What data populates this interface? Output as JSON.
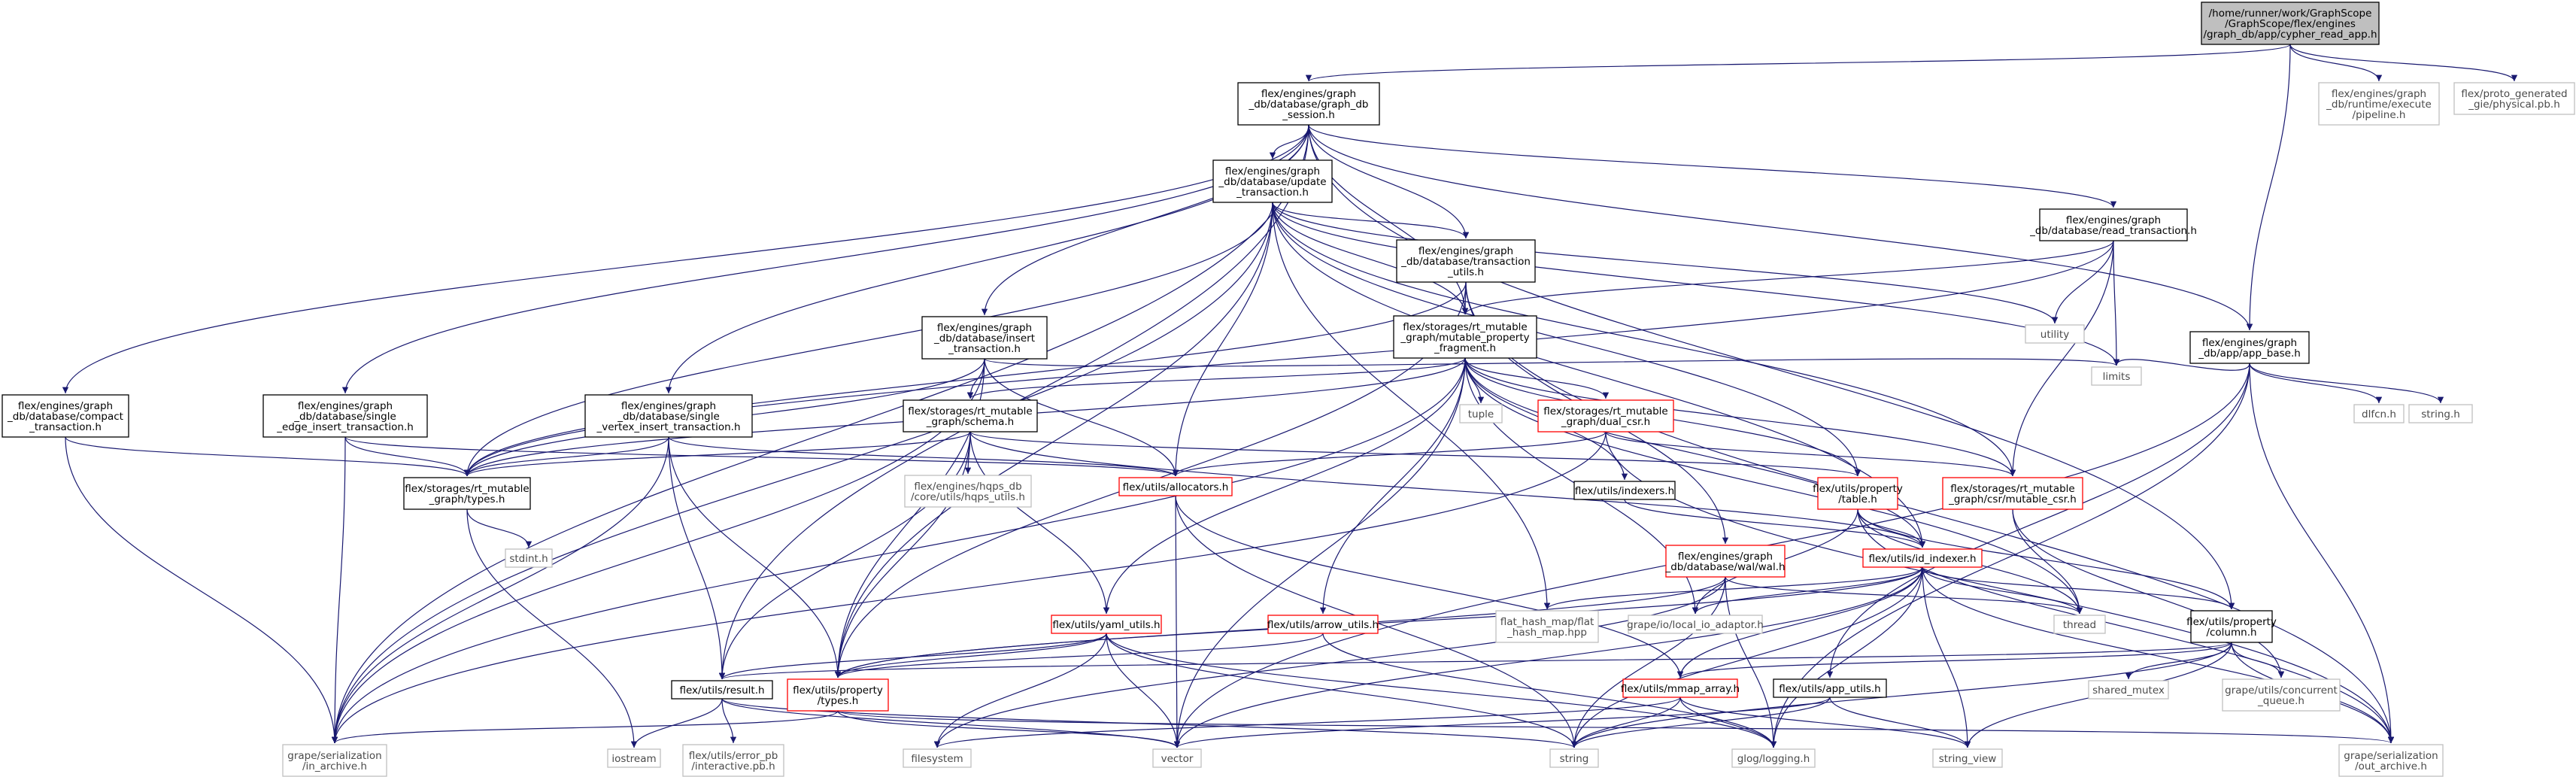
{
  "nodes": [
    {
      "id": "root",
      "lines": [
        "/home/runner/work/GraphScope",
        "/GraphScope/flex/engines",
        "/graph_db/app/cypher_read_app.h"
      ],
      "style": "root"
    },
    {
      "id": "session",
      "lines": [
        "flex/engines/graph",
        "_db/database/graph_db",
        "_session.h"
      ],
      "style": "normal"
    },
    {
      "id": "pipeline",
      "lines": [
        "flex/engines/graph",
        "_db/runtime/execute",
        "/pipeline.h"
      ],
      "style": "gray"
    },
    {
      "id": "physical",
      "lines": [
        "flex/proto_generated",
        "_gie/physical.pb.h"
      ],
      "style": "gray"
    },
    {
      "id": "update",
      "lines": [
        "flex/engines/graph",
        "_db/database/update",
        "_transaction.h"
      ],
      "style": "normal"
    },
    {
      "id": "trans_utils",
      "lines": [
        "flex/engines/graph",
        "_db/database/transaction",
        "_utils.h"
      ],
      "style": "normal"
    },
    {
      "id": "read_trans",
      "lines": [
        "flex/engines/graph",
        "_db/database/read_transaction.h"
      ],
      "style": "normal"
    },
    {
      "id": "mpf",
      "lines": [
        "flex/storages/rt_mutable",
        "_graph/mutable_property",
        "_fragment.h"
      ],
      "style": "normal"
    },
    {
      "id": "insert",
      "lines": [
        "flex/engines/graph",
        "_db/database/insert",
        "_transaction.h"
      ],
      "style": "normal"
    },
    {
      "id": "app_base",
      "lines": [
        "flex/engines/graph",
        "_db/app/app_base.h"
      ],
      "style": "normal"
    },
    {
      "id": "compact",
      "lines": [
        "flex/engines/graph",
        "_db/database/compact",
        "_transaction.h"
      ],
      "style": "normal"
    },
    {
      "id": "single_edge",
      "lines": [
        "flex/engines/graph",
        "_db/database/single",
        "_edge_insert_transaction.h"
      ],
      "style": "normal"
    },
    {
      "id": "single_vertex",
      "lines": [
        "flex/engines/graph",
        "_db/database/single",
        "_vertex_insert_transaction.h"
      ],
      "style": "normal"
    },
    {
      "id": "schema",
      "lines": [
        "flex/storages/rt_mutable",
        "_graph/schema.h"
      ],
      "style": "normal"
    },
    {
      "id": "dual_csr",
      "lines": [
        "flex/storages/rt_mutable",
        "_graph/dual_csr.h"
      ],
      "style": "red"
    },
    {
      "id": "utility",
      "lines": [
        "utility"
      ],
      "style": "gray"
    },
    {
      "id": "limits",
      "lines": [
        "limits"
      ],
      "style": "gray"
    },
    {
      "id": "tuple",
      "lines": [
        "tuple"
      ],
      "style": "gray"
    },
    {
      "id": "dlfcn",
      "lines": [
        "dlfcn.h"
      ],
      "style": "gray"
    },
    {
      "id": "string_h",
      "lines": [
        "string.h"
      ],
      "style": "gray"
    },
    {
      "id": "rt_types",
      "lines": [
        "flex/storages/rt_mutable",
        "_graph/types.h"
      ],
      "style": "normal"
    },
    {
      "id": "hqps",
      "lines": [
        "flex/engines/hqps_db",
        "/core/utils/hqps_utils.h"
      ],
      "style": "gray"
    },
    {
      "id": "allocators",
      "lines": [
        "flex/utils/allocators.h"
      ],
      "style": "red"
    },
    {
      "id": "indexers",
      "lines": [
        "flex/utils/indexers.h"
      ],
      "style": "normal"
    },
    {
      "id": "table",
      "lines": [
        "flex/utils/property",
        "/table.h"
      ],
      "style": "red"
    },
    {
      "id": "mutable_csr",
      "lines": [
        "flex/storages/rt_mutable",
        "_graph/csr/mutable_csr.h"
      ],
      "style": "red"
    },
    {
      "id": "stdint",
      "lines": [
        "stdint.h"
      ],
      "style": "gray"
    },
    {
      "id": "wal",
      "lines": [
        "flex/engines/graph",
        "_db/database/wal/wal.h"
      ],
      "style": "red"
    },
    {
      "id": "id_indexer",
      "lines": [
        "flex/utils/id_indexer.h"
      ],
      "style": "red"
    },
    {
      "id": "yaml",
      "lines": [
        "flex/utils/yaml_utils.h"
      ],
      "style": "red"
    },
    {
      "id": "arrow",
      "lines": [
        "flex/utils/arrow_utils.h"
      ],
      "style": "red"
    },
    {
      "id": "flat_hash",
      "lines": [
        "flat_hash_map/flat",
        "_hash_map.hpp"
      ],
      "style": "gray"
    },
    {
      "id": "local_io",
      "lines": [
        "grape/io/local_io_adaptor.h"
      ],
      "style": "gray"
    },
    {
      "id": "thread",
      "lines": [
        "thread"
      ],
      "style": "gray"
    },
    {
      "id": "column",
      "lines": [
        "flex/utils/property",
        "/column.h"
      ],
      "style": "normal"
    },
    {
      "id": "result",
      "lines": [
        "flex/utils/result.h"
      ],
      "style": "normal"
    },
    {
      "id": "prop_types",
      "lines": [
        "flex/utils/property",
        "/types.h"
      ],
      "style": "red"
    },
    {
      "id": "mmap",
      "lines": [
        "flex/utils/mmap_array.h"
      ],
      "style": "red"
    },
    {
      "id": "app_utils",
      "lines": [
        "flex/utils/app_utils.h"
      ],
      "style": "normal"
    },
    {
      "id": "shared_mutex",
      "lines": [
        "shared_mutex"
      ],
      "style": "gray"
    },
    {
      "id": "concurrent_queue",
      "lines": [
        "grape/utils/concurrent",
        "_queue.h"
      ],
      "style": "gray"
    },
    {
      "id": "in_archive",
      "lines": [
        "grape/serialization",
        "/in_archive.h"
      ],
      "style": "gray"
    },
    {
      "id": "iostream",
      "lines": [
        "iostream"
      ],
      "style": "gray"
    },
    {
      "id": "error_pb",
      "lines": [
        "flex/utils/error_pb",
        "/interactive.pb.h"
      ],
      "style": "gray"
    },
    {
      "id": "filesystem",
      "lines": [
        "filesystem"
      ],
      "style": "gray"
    },
    {
      "id": "vector",
      "lines": [
        "vector"
      ],
      "style": "gray"
    },
    {
      "id": "string",
      "lines": [
        "string"
      ],
      "style": "gray"
    },
    {
      "id": "glog",
      "lines": [
        "glog/logging.h"
      ],
      "style": "gray"
    },
    {
      "id": "string_view",
      "lines": [
        "string_view"
      ],
      "style": "gray"
    },
    {
      "id": "out_archive",
      "lines": [
        "grape/serialization",
        "/out_archive.h"
      ],
      "style": "gray"
    }
  ],
  "edges": [
    [
      "root",
      "session"
    ],
    [
      "root",
      "pipeline"
    ],
    [
      "root",
      "physical"
    ],
    [
      "root",
      "app_base"
    ],
    [
      "session",
      "compact"
    ],
    [
      "session",
      "single_edge"
    ],
    [
      "session",
      "single_vertex"
    ],
    [
      "session",
      "insert"
    ],
    [
      "session",
      "update"
    ],
    [
      "session",
      "trans_utils"
    ],
    [
      "session",
      "read_trans"
    ],
    [
      "session",
      "mpf"
    ],
    [
      "session",
      "result"
    ],
    [
      "session",
      "app_base"
    ],
    [
      "session",
      "column"
    ],
    [
      "session",
      "in_archive"
    ],
    [
      "update",
      "trans_utils"
    ],
    [
      "update",
      "mpf"
    ],
    [
      "update",
      "rt_types"
    ],
    [
      "update",
      "in_archive"
    ],
    [
      "update",
      "allocators"
    ],
    [
      "update",
      "id_indexer"
    ],
    [
      "update",
      "flat_hash"
    ],
    [
      "update",
      "table"
    ],
    [
      "update",
      "mutable_csr"
    ],
    [
      "update",
      "utility"
    ],
    [
      "update",
      "limits"
    ],
    [
      "update",
      "prop_types"
    ],
    [
      "trans_utils",
      "mpf"
    ],
    [
      "trans_utils",
      "rt_types"
    ],
    [
      "trans_utils",
      "wal"
    ],
    [
      "trans_utils",
      "prop_types"
    ],
    [
      "trans_utils",
      "out_archive"
    ],
    [
      "read_trans",
      "mpf"
    ],
    [
      "read_trans",
      "mutable_csr"
    ],
    [
      "read_trans",
      "utility"
    ],
    [
      "read_trans",
      "limits"
    ],
    [
      "read_trans",
      "rt_types"
    ],
    [
      "insert",
      "schema"
    ],
    [
      "insert",
      "rt_types"
    ],
    [
      "insert",
      "allocators"
    ],
    [
      "insert",
      "in_archive"
    ],
    [
      "insert",
      "prop_types"
    ],
    [
      "insert",
      "limits"
    ],
    [
      "mpf",
      "schema"
    ],
    [
      "mpf",
      "dual_csr"
    ],
    [
      "mpf",
      "indexers"
    ],
    [
      "mpf",
      "tuple"
    ],
    [
      "mpf",
      "table"
    ],
    [
      "mpf",
      "mutable_csr"
    ],
    [
      "mpf",
      "arrow"
    ],
    [
      "mpf",
      "yaml"
    ],
    [
      "mpf",
      "vector"
    ],
    [
      "mpf",
      "thread"
    ],
    [
      "mpf",
      "local_io"
    ],
    [
      "mpf",
      "id_indexer"
    ],
    [
      "mpf",
      "in_archive"
    ],
    [
      "mpf",
      "rt_types"
    ],
    [
      "app_base",
      "limits"
    ],
    [
      "app_base",
      "dlfcn"
    ],
    [
      "app_base",
      "string_h"
    ],
    [
      "app_base",
      "app_utils"
    ],
    [
      "app_base",
      "vector"
    ],
    [
      "app_base",
      "glog"
    ],
    [
      "app_base",
      "out_archive"
    ],
    [
      "compact",
      "rt_types"
    ],
    [
      "compact",
      "in_archive"
    ],
    [
      "single_edge",
      "rt_types"
    ],
    [
      "single_edge",
      "allocators"
    ],
    [
      "single_edge",
      "in_archive"
    ],
    [
      "single_vertex",
      "rt_types"
    ],
    [
      "single_vertex",
      "allocators"
    ],
    [
      "single_vertex",
      "prop_types"
    ],
    [
      "single_vertex",
      "in_archive"
    ],
    [
      "single_vertex",
      "result"
    ],
    [
      "schema",
      "rt_types"
    ],
    [
      "schema",
      "hqps"
    ],
    [
      "schema",
      "yaml"
    ],
    [
      "schema",
      "prop_types"
    ],
    [
      "schema",
      "id_indexer"
    ],
    [
      "schema",
      "table"
    ],
    [
      "schema",
      "result"
    ],
    [
      "dual_csr",
      "mutable_csr"
    ],
    [
      "dual_csr",
      "allocators"
    ],
    [
      "dual_csr",
      "in_archive"
    ],
    [
      "dual_csr",
      "out_archive"
    ],
    [
      "rt_types",
      "stdint"
    ],
    [
      "rt_types",
      "iostream"
    ],
    [
      "allocators",
      "mmap"
    ],
    [
      "allocators",
      "string"
    ],
    [
      "allocators",
      "vector"
    ],
    [
      "indexers",
      "id_indexer"
    ],
    [
      "table",
      "column"
    ],
    [
      "table",
      "id_indexer"
    ],
    [
      "table",
      "local_io"
    ],
    [
      "table",
      "thread"
    ],
    [
      "table",
      "out_archive"
    ],
    [
      "mutable_csr",
      "thread"
    ],
    [
      "mutable_csr",
      "concurrent_queue"
    ],
    [
      "wal",
      "filesystem"
    ],
    [
      "wal",
      "thread"
    ],
    [
      "wal",
      "glog"
    ],
    [
      "wal",
      "string"
    ],
    [
      "wal",
      "prop_types"
    ],
    [
      "id_indexer",
      "column"
    ],
    [
      "id_indexer",
      "flat_hash"
    ],
    [
      "id_indexer",
      "local_io"
    ],
    [
      "id_indexer",
      "mmap"
    ],
    [
      "id_indexer",
      "prop_types"
    ],
    [
      "id_indexer",
      "glog"
    ],
    [
      "id_indexer",
      "string_view"
    ],
    [
      "id_indexer",
      "out_archive"
    ],
    [
      "id_indexer",
      "thread"
    ],
    [
      "id_indexer",
      "vector"
    ],
    [
      "id_indexer",
      "string"
    ],
    [
      "yaml",
      "result"
    ],
    [
      "yaml",
      "prop_types"
    ],
    [
      "yaml",
      "filesystem"
    ],
    [
      "yaml",
      "vector"
    ],
    [
      "yaml",
      "string"
    ],
    [
      "yaml",
      "glog"
    ],
    [
      "arrow",
      "prop_types"
    ],
    [
      "arrow",
      "glog"
    ],
    [
      "column",
      "mmap"
    ],
    [
      "column",
      "result"
    ],
    [
      "column",
      "shared_mutex"
    ],
    [
      "column",
      "concurrent_queue"
    ],
    [
      "column",
      "string_view"
    ],
    [
      "column",
      "out_archive"
    ],
    [
      "column",
      "string"
    ],
    [
      "result",
      "error_pb"
    ],
    [
      "result",
      "iostream"
    ],
    [
      "result",
      "vector"
    ],
    [
      "result",
      "string"
    ],
    [
      "prop_types",
      "in_archive"
    ],
    [
      "prop_types",
      "out_archive"
    ],
    [
      "prop_types",
      "vector"
    ],
    [
      "mmap",
      "filesystem"
    ],
    [
      "mmap",
      "glog"
    ],
    [
      "mmap",
      "string"
    ],
    [
      "mmap",
      "string_view"
    ],
    [
      "app_utils",
      "string"
    ],
    [
      "app_utils",
      "vector"
    ],
    [
      "app_utils",
      "string_view"
    ]
  ]
}
